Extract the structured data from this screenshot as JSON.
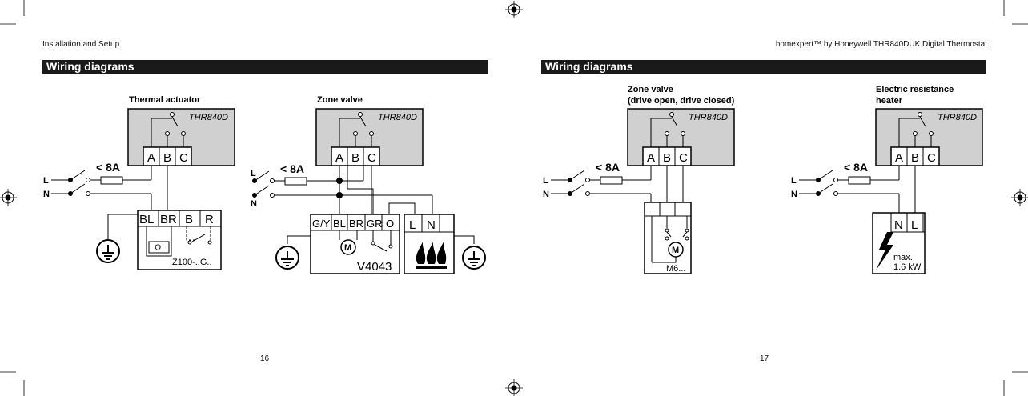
{
  "left_page": {
    "header": "Installation and Setup",
    "section_title": "Wiring diagrams",
    "page_number": "16",
    "diagrams": [
      {
        "title": "Thermal actuator",
        "thermostat_label": "THR840D",
        "terminals": [
          "A",
          "B",
          "C"
        ],
        "fuse_label": "< 8A",
        "line_labels": [
          "L",
          "N"
        ],
        "device_terminals": [
          "BL",
          "BR",
          "B",
          "R"
        ],
        "device_model": "Z100-..G..",
        "resistor_symbol": "Ω"
      },
      {
        "title": "Zone valve",
        "thermostat_label": "THR840D",
        "terminals": [
          "A",
          "B",
          "C"
        ],
        "fuse_label": "< 8A",
        "line_labels": [
          "L",
          "N"
        ],
        "device_terminals": [
          "G/Y",
          "BL",
          "BR",
          "GR",
          "O"
        ],
        "device_model": "V4043",
        "motor_symbol": "M",
        "boiler_terminals": [
          "L",
          "N"
        ]
      }
    ]
  },
  "right_page": {
    "header": "homexpert™ by Honeywell THR840DUK Digital Thermostat",
    "section_title": "Wiring diagrams",
    "page_number": "17",
    "diagrams": [
      {
        "title_line1": "Zone valve",
        "title_line2": "(drive open, drive closed)",
        "thermostat_label": "THR840D",
        "terminals": [
          "A",
          "B",
          "C"
        ],
        "fuse_label": "< 8A",
        "line_labels": [
          "L",
          "N"
        ],
        "device_model": "M6...",
        "motor_symbol": "M"
      },
      {
        "title_line1": "Electric resistance",
        "title_line2": "heater",
        "thermostat_label": "THR840D",
        "terminals": [
          "A",
          "B",
          "C"
        ],
        "fuse_label": "< 8A",
        "line_labels": [
          "L",
          "N"
        ],
        "device_terminals": [
          "N",
          "L"
        ],
        "device_note_line1": "max.",
        "device_note_line2": "1.6 kW"
      }
    ]
  }
}
